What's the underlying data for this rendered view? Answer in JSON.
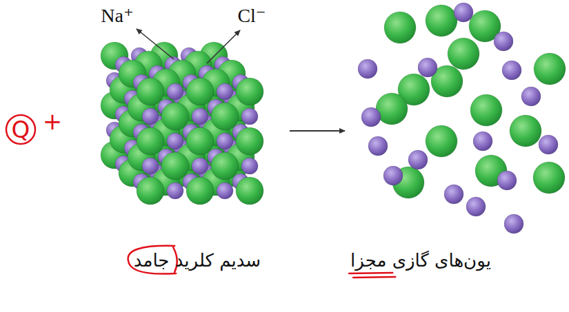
{
  "diagram": {
    "labels": [
      "Na⁺",
      "Cl⁻",
      "Q",
      "+",
      "سدیم کلرید جامد",
      "یون‌های گازی مجزا"
    ]
  }
}
